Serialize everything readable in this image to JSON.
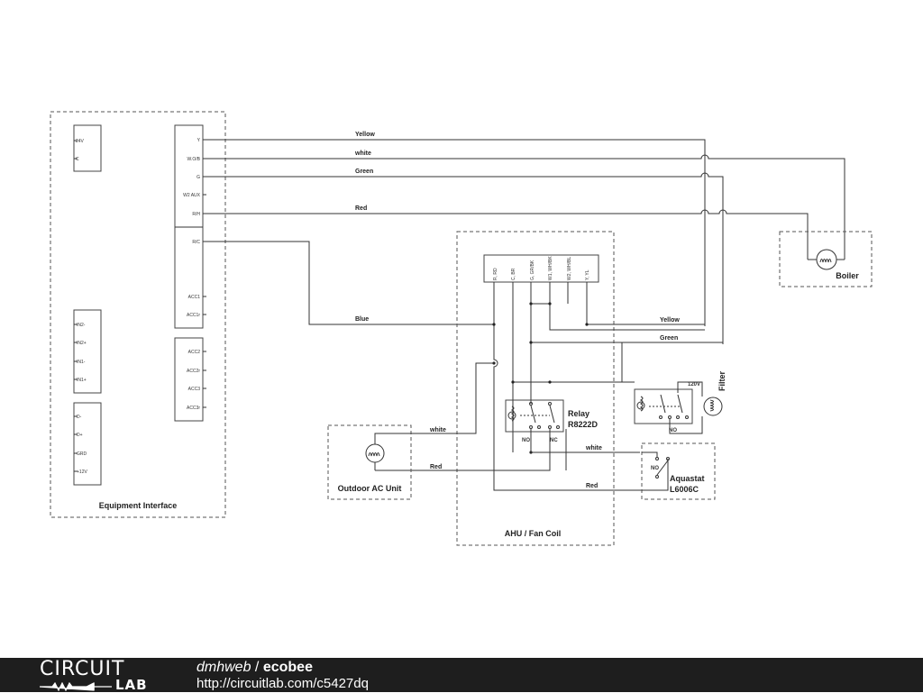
{
  "diagram": {
    "groups": {
      "equipment_interface": "Equipment Interface",
      "outdoor_ac": "Outdoor AC Unit",
      "ahu": "AHU / Fan Coil",
      "boiler": "Boiler",
      "relay_line1": "Relay",
      "relay_line2": "R8222D",
      "aquastat_line1": "Aquastat",
      "aquastat_line2": "L6006C",
      "filter": "Filter",
      "v120": "120V"
    },
    "pins": {
      "p24v": "24V",
      "pc": "C",
      "y": "Y",
      "wob": "W.O/B",
      "g": "G",
      "w2aux": "W2 AUX",
      "rh": "R/H",
      "rc": "R/C",
      "acc1": "ACC1",
      "acc1r": "ACC1r",
      "in2m": "IN2-",
      "in2p": "IN2+",
      "in1m": "IN1-",
      "in1p": "IN1+",
      "acc2": "ACC2",
      "acc2r": "ACC2r",
      "acc3": "ACC3",
      "acc3r": "ACC3r",
      "dm": "D-",
      "dp": "D+",
      "grd": "GRD",
      "p12v": "+12V"
    },
    "terminals": {
      "t1": "R, RD",
      "t2": "C, BR",
      "t3": "G, GR/BK",
      "t4": "W1, WH/BK",
      "t5": "W2, WH/BL",
      "t6": "Y, YL"
    },
    "wires": {
      "yellow": "Yellow",
      "white": "white",
      "green": "Green",
      "red": "Red",
      "blue": "Blue",
      "yellow2": "Yellow",
      "green2": "Green",
      "white_ac": "white",
      "red_ac": "Red",
      "white_aq": "white",
      "red_aq": "Red"
    },
    "contacts": {
      "relay_no": "NO",
      "relay_nc": "NC",
      "filter_no": "NO",
      "aquastat_no": "NO"
    }
  },
  "footer": {
    "logo_top": "CIRCUIT",
    "logo_bottom": "LAB",
    "author": "dmhweb",
    "separator": " / ",
    "name": "ecobee",
    "url": "http://circuitlab.com/c5427dq"
  }
}
